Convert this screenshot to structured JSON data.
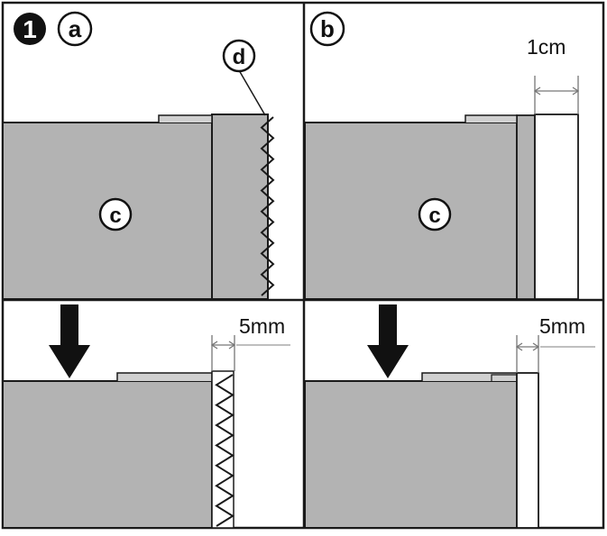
{
  "diagram": {
    "step_number": "1",
    "panels": {
      "a": {
        "badge": "a",
        "fabric_label": "c",
        "zigzag_label": "d",
        "measure_bottom": "5mm"
      },
      "b": {
        "badge": "b",
        "fabric_label": "c",
        "measure_top": "1cm",
        "measure_bottom": "5mm"
      }
    },
    "colors": {
      "fabric": "#b3b3b3",
      "outline": "#1a1a1a",
      "badge_fill": "#ffffff",
      "badge_dark": "#111111",
      "background": "#ffffff"
    }
  }
}
